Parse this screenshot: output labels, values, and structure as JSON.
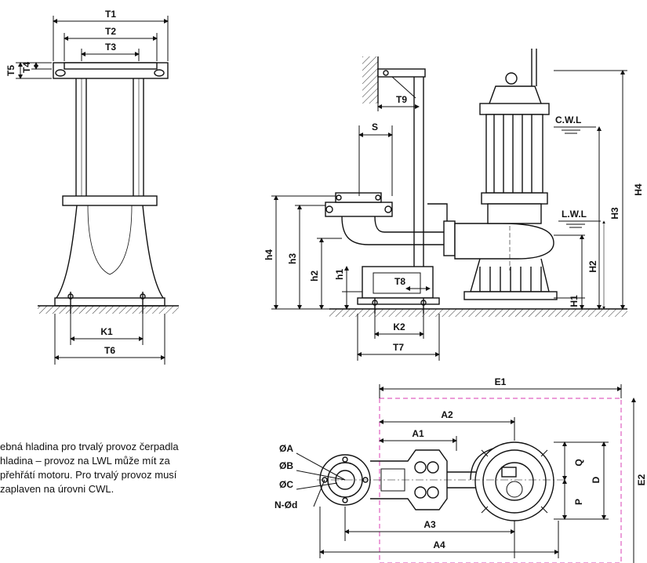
{
  "labels": {
    "T1": "T1",
    "T2": "T2",
    "T3": "T3",
    "T4": "T4",
    "T5": "T5",
    "T6": "T6",
    "T7": "T7",
    "T8": "T8",
    "T9": "T9",
    "K1": "K1",
    "K2": "K2",
    "S": "S",
    "h1": "h1",
    "h2": "h2",
    "h3": "h3",
    "h4": "h4",
    "H1": "H1",
    "H2": "H2",
    "H3": "H3",
    "H4": "H4",
    "CWL": "C.W.L",
    "LWL": "L.W.L",
    "E1": "E1",
    "E2": "E2",
    "A1": "A1",
    "A2": "A2",
    "A3": "A3",
    "A4": "A4",
    "D": "D",
    "P": "P",
    "Q": "Q",
    "OA": "ØA",
    "OB": "ØB",
    "OC": "ØC",
    "NOd": "N-Ød"
  },
  "note": {
    "line1": "ebná hladina pro trvalý provoz čerpadla",
    "line2": " hladina – provoz na LWL může mít za",
    "line3": "přehřátí motoru. Pro trvalý provoz musí",
    "line4": "zaplaven na úrovni CWL."
  }
}
